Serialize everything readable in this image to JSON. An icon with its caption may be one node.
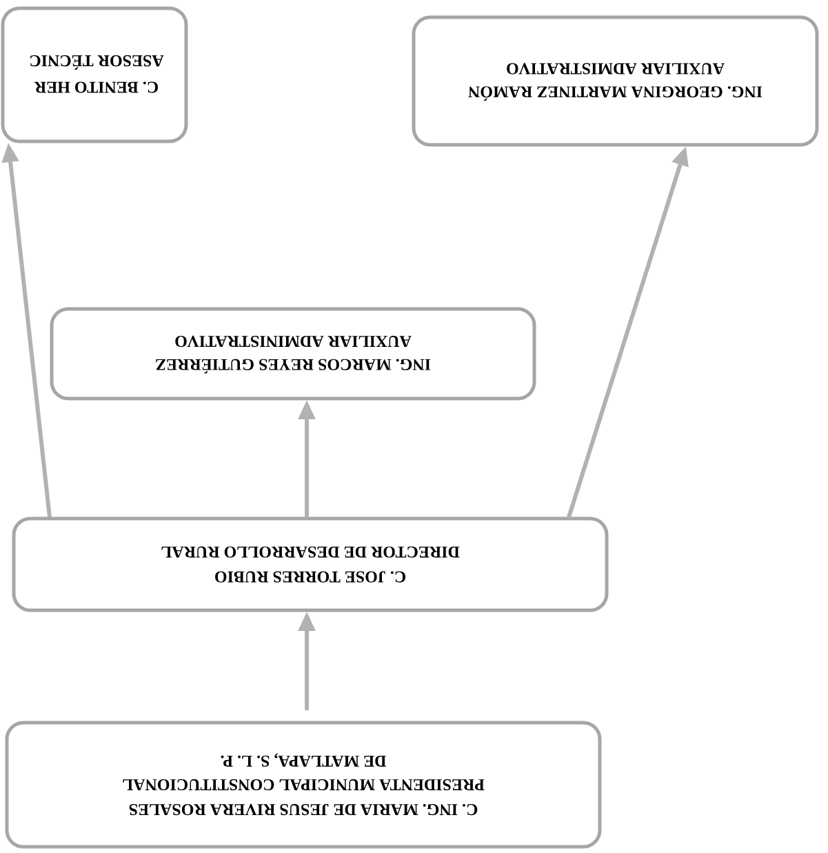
{
  "diagram": {
    "nodes": [
      {
        "text": [
          "C. BENITO HER",
          "ASESOR TÉCNIC"
        ]
      },
      {
        "text": [
          "ING. GEORGINA MARTINEZ RAMÓN",
          "AUXILIAR ADMISTRATIVO"
        ]
      },
      {
        "text": [
          "ING. MARCOS REYES GUTIÉRREZ",
          "AUXILIAR ADMINISTRATIVO"
        ]
      },
      {
        "text": [
          "C. JOSE TORRES RUBIO",
          "DIRECTOR DE DESARROLLO RURAL"
        ]
      },
      {
        "text": [
          "C. ING. MARIA DE JESUS RIVERA ROSALES",
          "PRESIDENTA MUNICIPAL CONSTITUCIONAL",
          "DE MATLAPA, S. L. P."
        ]
      }
    ],
    "edges": [
      {
        "from": 4,
        "to": 3,
        "arrow": "to"
      },
      {
        "from": 3,
        "to": 2,
        "arrow": "to"
      },
      {
        "from": 3,
        "to": 1,
        "arrow": "to"
      },
      {
        "from": 3,
        "to": 0,
        "arrow": "to"
      }
    ]
  }
}
